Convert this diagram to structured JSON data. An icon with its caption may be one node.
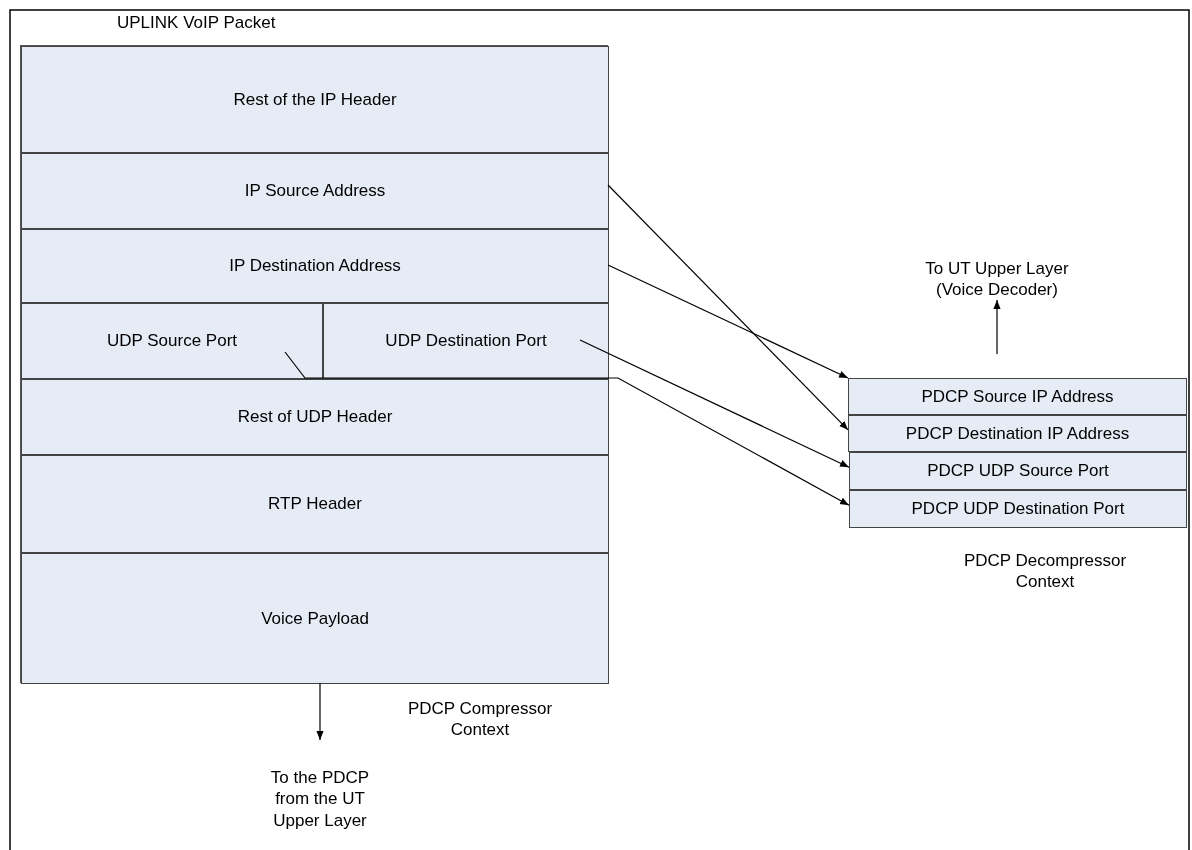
{
  "diagram": {
    "nodes": [
      {
        "text": [
          "UPLINK VoIP Packet"
        ]
      },
      {
        "text": [
          "Rest of the IP Header"
        ],
        "in": 0
      },
      {
        "text": [
          "IP Source Address"
        ],
        "in": 0
      },
      {
        "text": [
          "IP Destination Address"
        ],
        "in": 0
      },
      {
        "text": [
          "UDP Source Port"
        ],
        "in": 0
      },
      {
        "text": [
          "UDP Destination Port"
        ],
        "in": 0
      },
      {
        "text": [
          "Rest of UDP Header"
        ],
        "in": 0
      },
      {
        "text": [
          "RTP Header"
        ],
        "in": 0
      },
      {
        "text": [
          "Voice Payload"
        ],
        "in": 0
      },
      {
        "text": [
          "To the PDCP from the UT Upper Layer"
        ]
      },
      {
        "text": [
          "PDCP Source IP Address"
        ]
      },
      {
        "text": [
          "PDCP Destination IP Address"
        ]
      },
      {
        "text": [
          "PDCP UDP Source Port"
        ]
      },
      {
        "text": [
          "PDCP UDP Destination Port"
        ]
      },
      {
        "text": [
          "To UT Upper Layer (Voice Decoder)"
        ]
      }
    ],
    "edges": [
      {
        "from": 2,
        "to": 11,
        "arrow": "to"
      },
      {
        "from": 3,
        "to": 10,
        "arrow": "to"
      },
      {
        "from": 5,
        "to": 12,
        "arrow": "to"
      },
      {
        "from": 4,
        "to": 13,
        "arrow": "to"
      },
      {
        "from": 8,
        "to": 9,
        "arrow": "to"
      },
      {
        "from": null,
        "to": 14,
        "arrow": "to"
      }
    ],
    "labels": [
      "PDCP Decompressor Context",
      "PDCP Compressor Context"
    ]
  }
}
